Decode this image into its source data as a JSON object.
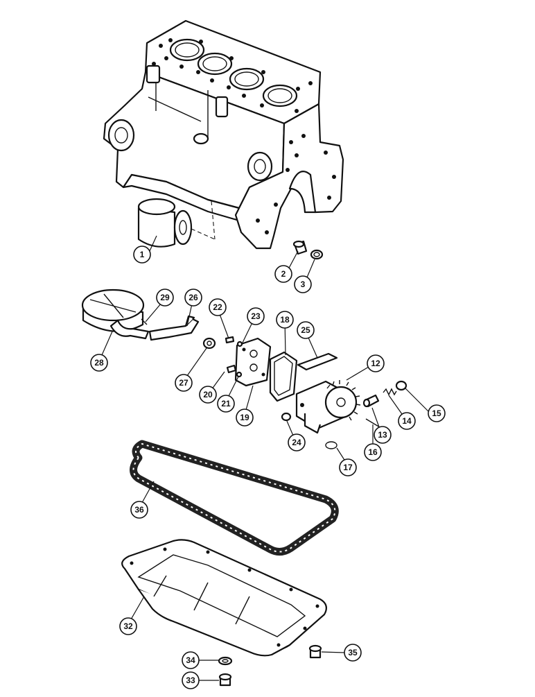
{
  "diagram": {
    "callouts": [
      {
        "id": "1",
        "label": "1"
      },
      {
        "id": "2",
        "label": "2"
      },
      {
        "id": "3",
        "label": "3"
      },
      {
        "id": "12",
        "label": "12"
      },
      {
        "id": "13",
        "label": "13"
      },
      {
        "id": "14",
        "label": "14"
      },
      {
        "id": "15",
        "label": "15"
      },
      {
        "id": "16",
        "label": "16"
      },
      {
        "id": "17",
        "label": "17"
      },
      {
        "id": "18",
        "label": "18"
      },
      {
        "id": "19",
        "label": "19"
      },
      {
        "id": "20",
        "label": "20"
      },
      {
        "id": "21",
        "label": "21"
      },
      {
        "id": "22",
        "label": "22"
      },
      {
        "id": "23",
        "label": "23"
      },
      {
        "id": "24",
        "label": "24"
      },
      {
        "id": "25",
        "label": "25"
      },
      {
        "id": "26",
        "label": "26"
      },
      {
        "id": "27",
        "label": "27"
      },
      {
        "id": "28",
        "label": "28"
      },
      {
        "id": "29",
        "label": "29"
      },
      {
        "id": "32",
        "label": "32"
      },
      {
        "id": "33",
        "label": "33"
      },
      {
        "id": "34",
        "label": "34"
      },
      {
        "id": "35",
        "label": "35"
      },
      {
        "id": "36",
        "label": "36"
      }
    ]
  }
}
